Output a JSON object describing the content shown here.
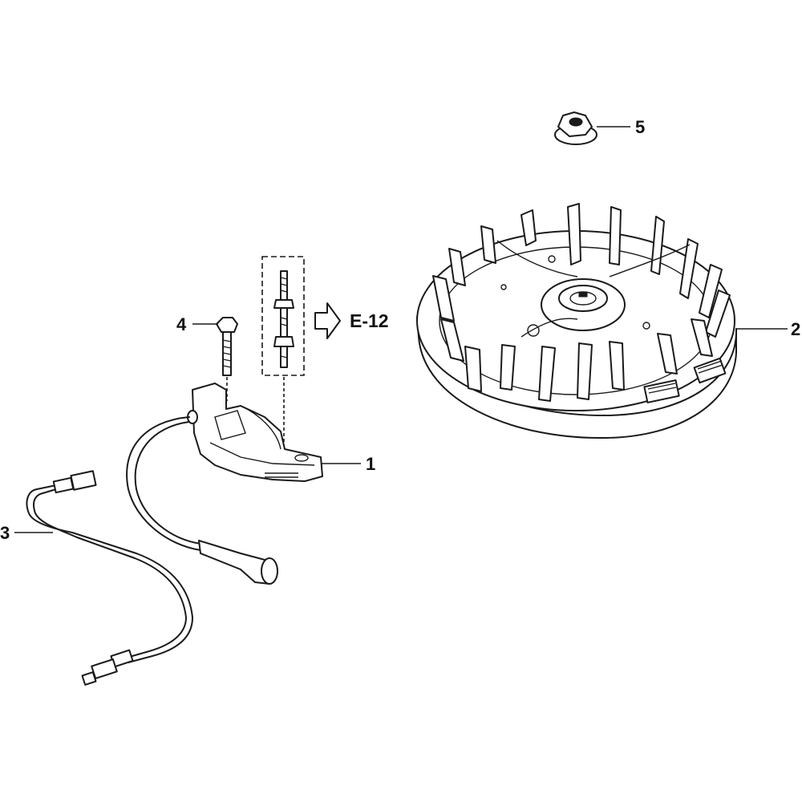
{
  "diagram": {
    "callouts": {
      "part_1": "1",
      "part_2": "2",
      "part_3": "3",
      "part_4": "4",
      "part_5": "5"
    },
    "reference": {
      "label": "E-12"
    }
  }
}
